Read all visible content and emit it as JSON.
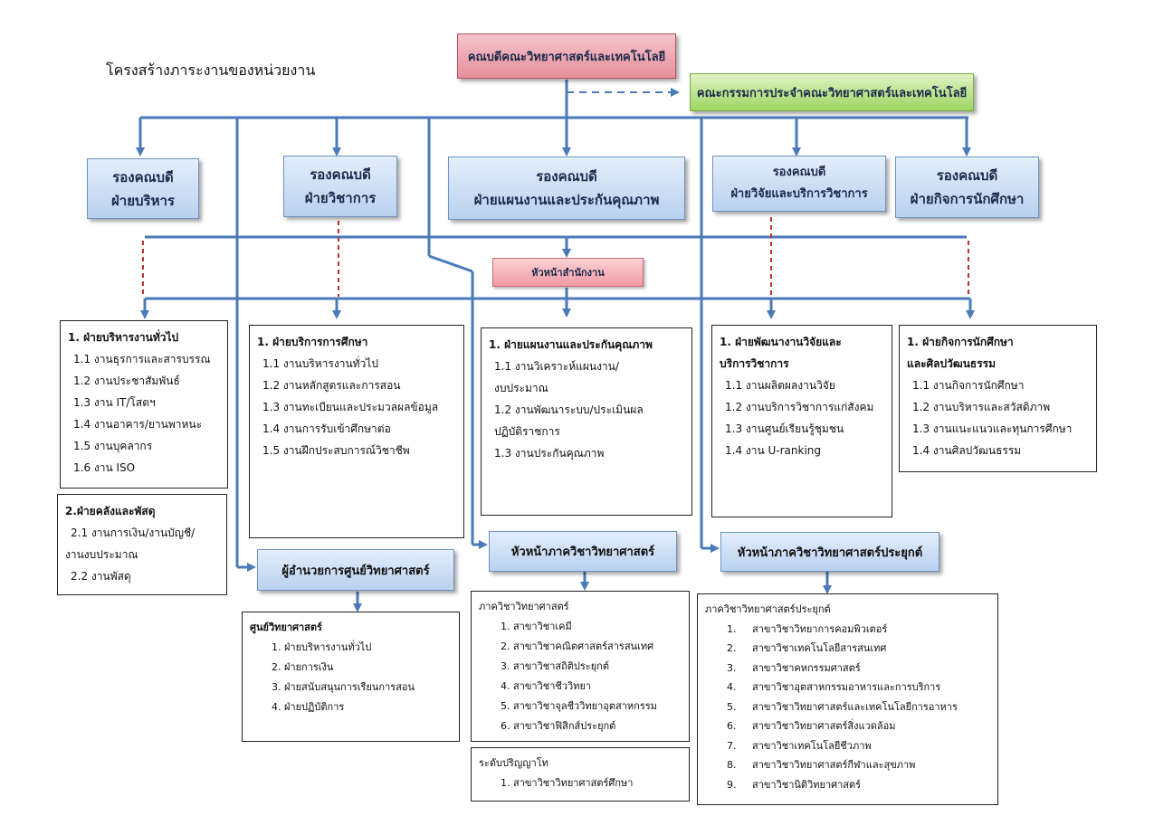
{
  "title": "โครงสร้างภาระงานของหน่วยงาน",
  "dean": "คณบดีคณะวิทยาศาสตร์และเทคโนโลยี",
  "committee": "คณะกรรมการประจำคณะวิทยาศาสตร์และเทคโนโลยี",
  "vice_deans": [
    {
      "line1": "รองคณบดี",
      "line2": "ฝ่ายบริหาร"
    },
    {
      "line1": "รองคณบดี",
      "line2": "ฝ่ายวิชาการ"
    },
    {
      "line1": "รองคณบดี",
      "line2": "ฝ่ายแผนงานและประกันคุณภาพ"
    },
    {
      "line1": "รองคณบดี",
      "line2": "ฝ่ายวิจัยและบริการวิชาการ"
    },
    {
      "line1": "รองคณบดี",
      "line2": "ฝ่ายกิจการนักศึกษา"
    }
  ],
  "office_head": "หัวหน้าสำนักงาน",
  "units": {
    "admin": {
      "title": "1. ฝ่ายบริหารงานทั่วไป",
      "items": [
        "1.1 งานธุรการและสารบรรณ",
        "1.2 งานประชาสัมพันธ์",
        "1.3 งาน IT/โสตฯ",
        "1.4 งานอาคาร/ยานพาหนะ",
        "1.5 งานบุคลากร",
        "1.6 งาน ISO"
      ]
    },
    "finance": {
      "title": "2.ฝ่ายคลังและพัสดุ",
      "items": [
        "2.1 งานการเงิน/งานบัญชี/",
        "งานงบประมาณ",
        "2.2 งานพัสดุ"
      ]
    },
    "academic": {
      "title": "1. ฝ่ายบริการการศึกษา",
      "items": [
        "1.1 งานบริหารงานทั่วไป",
        "1.2 งานหลักสูตรและการสอน",
        "1.3 งานทะเบียนและประมวลผลข้อมูล",
        "1.4 งานการรับเข้าศึกษาต่อ",
        "1.5 งานฝึกประสบการณ์วิชาชีพ"
      ]
    },
    "planning": {
      "title": "1. ฝ่ายแผนงานและประกันคุณภาพ",
      "items": [
        "1.1 งานวิเคราะห์แผนงาน/",
        "งบประมาณ",
        "1.2 งานพัฒนาระบบ/ประเมินผล",
        "ปฏิบัติราชการ",
        "1.3 งานประกันคุณภาพ"
      ]
    },
    "research": {
      "title_line1": "1. ฝ่ายพัฒนางานวิจัยและ",
      "title_line2": "บริการวิชาการ",
      "items": [
        "1.1 งานผลิตผลงานวิจัย",
        "1.2 งานบริการวิชาการแก่สังคม",
        "1.3 งานศูนย์เรียนรู้ชุมชน",
        "1.4 งาน U-ranking"
      ]
    },
    "student": {
      "title_line1": "1. ฝ่ายกิจการนักศึกษา",
      "title_line2": "และศิลปวัฒนธรรม",
      "items": [
        "1.1 งานกิจการนักศึกษา",
        "1.2 งานบริหารและสวัสดิภาพ",
        "1.3 งานแนะแนวและทุนการศึกษา",
        "1.4 งานศิลปวัฒนธรรม"
      ]
    }
  },
  "sci_center_director": "ผู้อำนวยการศูนย์วิทยาศาสตร์",
  "sci_center": {
    "title": "ศูนย์วิทยาศาสตร์",
    "items": [
      "1. ฝ่ายบริหารงานทั่วไป",
      "2. ฝ่ายการเงิน",
      "3. ฝ่ายสนับสนุนการเรียนการสอน",
      "4. ฝ่ายปฏิบัติการ"
    ]
  },
  "sci_dept_head": "หัวหน้าภาควิชาวิทยาศาสตร์",
  "sci_dept": {
    "title": "ภาควิชาวิทยาศาสตร์",
    "items": [
      "1. สาขาวิชาเคมี",
      "2. สาขาวิชาคณิตศาสตร์สารสนเทศ",
      "3. สาขาวิชาสถิติประยุกต์",
      "4. สาขาวิชาชีววิทยา",
      "5. สาขาวิชาจุลชีววิทยาอุตสาหกรรม",
      "6. สาขาวิชาฟิสิกส์ประยุกต์"
    ]
  },
  "masters": {
    "title": "ระดับปริญญาโท",
    "items": [
      "1. สาขาวิชาวิทยาศาสตร์ศึกษา"
    ]
  },
  "applied_dept_head": "หัวหน้าภาควิชาวิทยาศาสตร์ประยุกต์",
  "applied_dept": {
    "title": "ภาควิชาวิทยาศาสตร์ประยุกต์",
    "items": [
      {
        "num": "1.",
        "name": "สาขาวิชาวิทยาการคอมพิวเตอร์"
      },
      {
        "num": "2.",
        "name": "สาขาวิชาเทคโนโลยีสารสนเทศ"
      },
      {
        "num": "3.",
        "name": "สาขาวิชาคหกรรมศาสตร์"
      },
      {
        "num": "4.",
        "name": "สาขาวิชาอุตสาหกรรมอาหารและการบริการ"
      },
      {
        "num": "5.",
        "name": "สาขาวิชาวิทยาศาสตร์และเทคโนโลยีการอาหาร"
      },
      {
        "num": "6.",
        "name": "สาขาวิชาวิทยาศาสตร์สิ่งแวดล้อม"
      },
      {
        "num": "7.",
        "name": "สาขาวิชาเทคโนโลยีชีวภาพ"
      },
      {
        "num": "8.",
        "name": "สาขาวิชาวิทยาศาสตร์กีฬาและสุขภาพ"
      },
      {
        "num": "9.",
        "name": "สาขาวิชานิติวิทยาศาสตร์"
      }
    ]
  },
  "colors": {
    "line": "#4a7ab8",
    "dashed_red": "#c0302f",
    "dean_fill": "#e58f9c",
    "committee_fill": "#9ed562",
    "vice_fill": "#b9d1ef"
  }
}
